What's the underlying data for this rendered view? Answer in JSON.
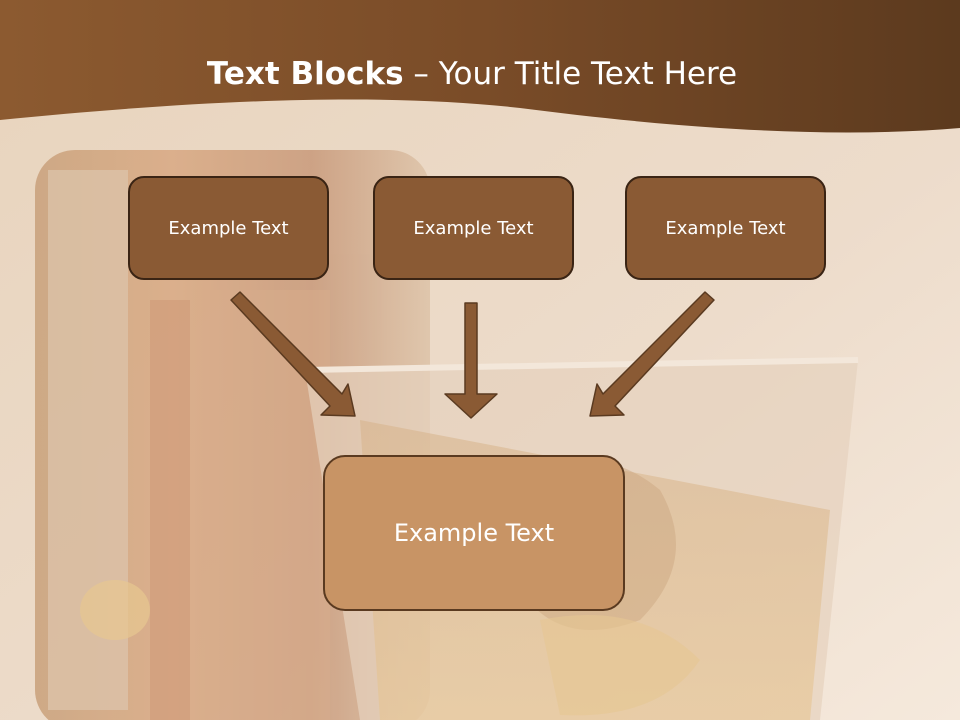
{
  "slide": {
    "title_bold": "Text Blocks",
    "title_dash": " – ",
    "title_rest": "Your Title Text Here",
    "boxes": [
      {
        "label": "Example Text"
      },
      {
        "label": "Example Text"
      },
      {
        "label": "Example Text"
      }
    ],
    "center_box": {
      "label": "Example Text"
    }
  },
  "colors": {
    "header_brown": "#6b4526",
    "small_box_fill": "#8a5a34",
    "small_box_border": "#3a2414",
    "center_box_fill": "#c89465",
    "arrow_fill": "#8a5a34",
    "arrow_stroke": "#5a3a20",
    "background": "#efe0cf"
  }
}
